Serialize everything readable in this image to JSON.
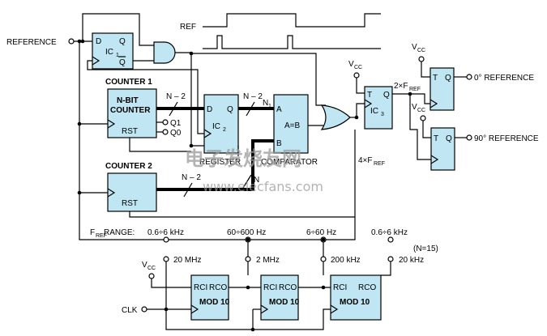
{
  "inputs": {
    "reference": "REFERENCE",
    "clk": "CLK"
  },
  "timing": {
    "label": "REF"
  },
  "ic1": {
    "d": "D",
    "q": "Q",
    "qbar": "Q",
    "name": "IC",
    "sub": "1"
  },
  "counter1": {
    "title": "COUNTER 1",
    "line1": "N-BIT",
    "line2": "COUNTER",
    "rst": "RST",
    "q1": "Q1",
    "q0": "Q0",
    "bus": "N – 2"
  },
  "ic2": {
    "d": "D",
    "q": "Q",
    "name": "IC",
    "sub": "2",
    "label": "REGISTER",
    "bus": "N – 2",
    "n1": "N",
    "n1sub": "1"
  },
  "comparator": {
    "a": "A",
    "b": "B",
    "eq": "A=B",
    "label": "COMPARATOR"
  },
  "ic3": {
    "t": "T",
    "q": "Q",
    "name": "IC",
    "sub": "3",
    "vcc": "V",
    "vccsub": "CC"
  },
  "freq2": {
    "pre": "2×F",
    "sub": "REF"
  },
  "freq4": {
    "pre": "4×F",
    "sub": "REF"
  },
  "ff0": {
    "t": "T",
    "q": "Q",
    "vcc": "V",
    "vccsub": "CC",
    "out": "0° REFERENCE"
  },
  "ff90": {
    "t": "T",
    "q": "Q",
    "vcc": "V",
    "vccsub": "CC",
    "out": "90° REFERENCE"
  },
  "counter2": {
    "title": "COUNTER 2",
    "rst": "RST",
    "bus": "N – 2",
    "n": "N"
  },
  "range": {
    "pre": "F",
    "sub": "REF",
    "post": " RANGE:",
    "values": [
      "0.6÷6 kHz",
      "60÷600 Hz",
      "6÷60 Hz",
      "0.6÷6 kHz"
    ],
    "note": "(N=15)"
  },
  "taps": [
    "20 MHz",
    "2 MHz",
    "200 kHz",
    "20 kHz"
  ],
  "divider": {
    "vcc": "V",
    "vccsub": "CC",
    "rci": "RCI",
    "rco": "RCO",
    "mod": "MOD 10"
  },
  "watermark": {
    "cn": "电子发烧友网",
    "url": "www.elecfans.com"
  }
}
